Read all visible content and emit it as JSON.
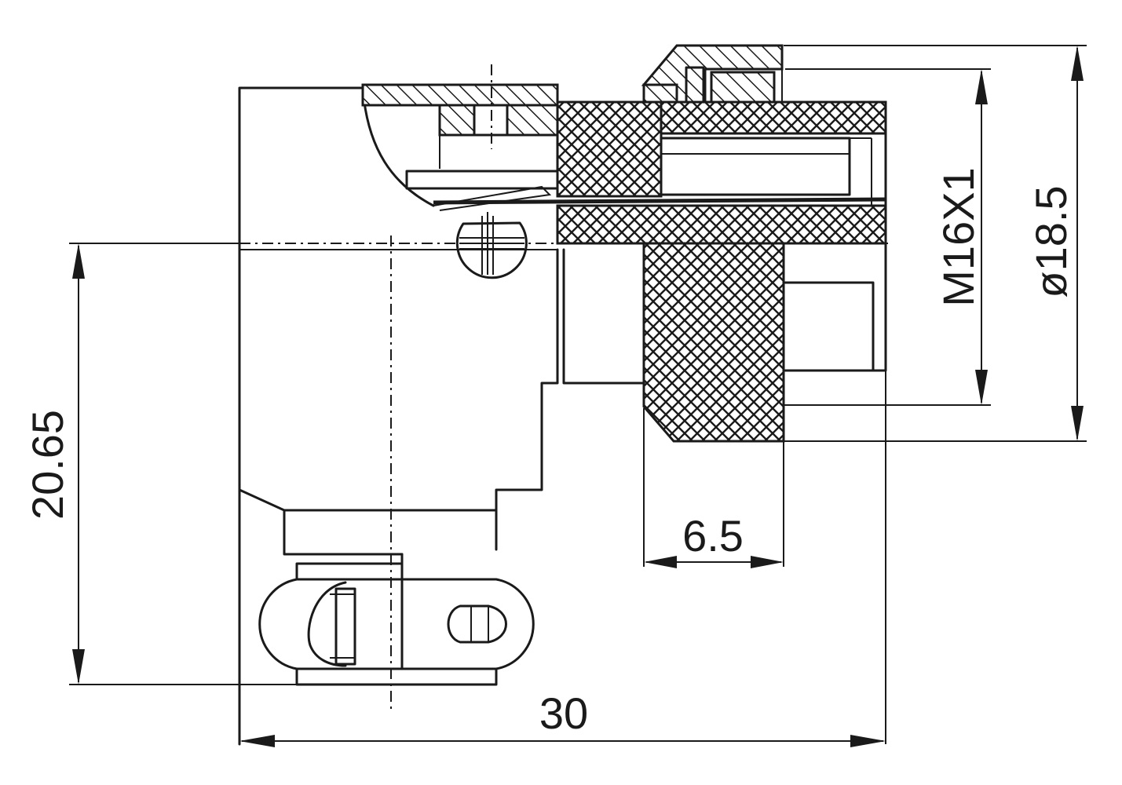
{
  "drawing": {
    "subject": "right-angle circular connector with knurled coupling nut",
    "dimensions": {
      "overall_length": "30",
      "overall_height": "20.65",
      "nut_width": "6.5",
      "thread": "M16X1",
      "outer_diameter": "ø18.5"
    }
  }
}
